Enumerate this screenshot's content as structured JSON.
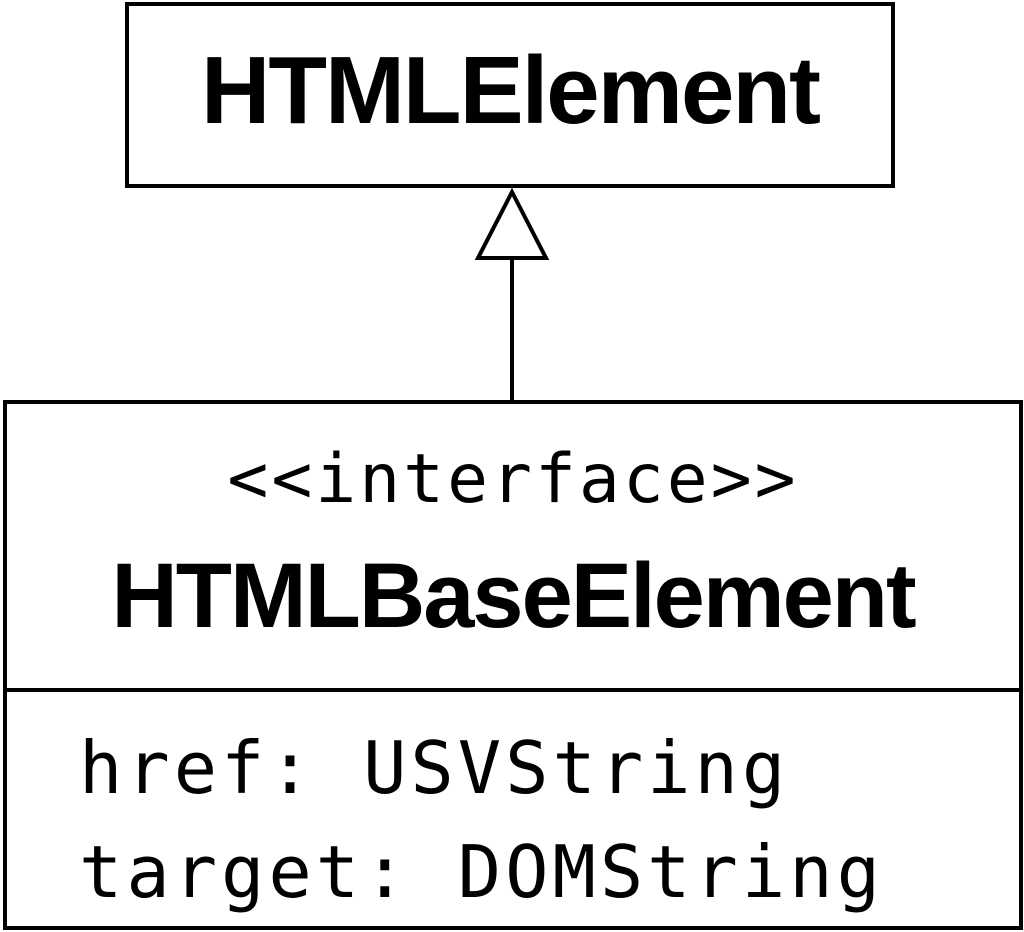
{
  "diagram": {
    "parent": {
      "name": "HTMLElement"
    },
    "child": {
      "stereotype": "<<interface>>",
      "name": "HTMLBaseElement",
      "attributes": [
        "href: USVString",
        "target: DOMString"
      ]
    },
    "relationship": "generalization",
    "colors": {
      "stroke": "#000000",
      "fill": "#ffffff"
    }
  }
}
